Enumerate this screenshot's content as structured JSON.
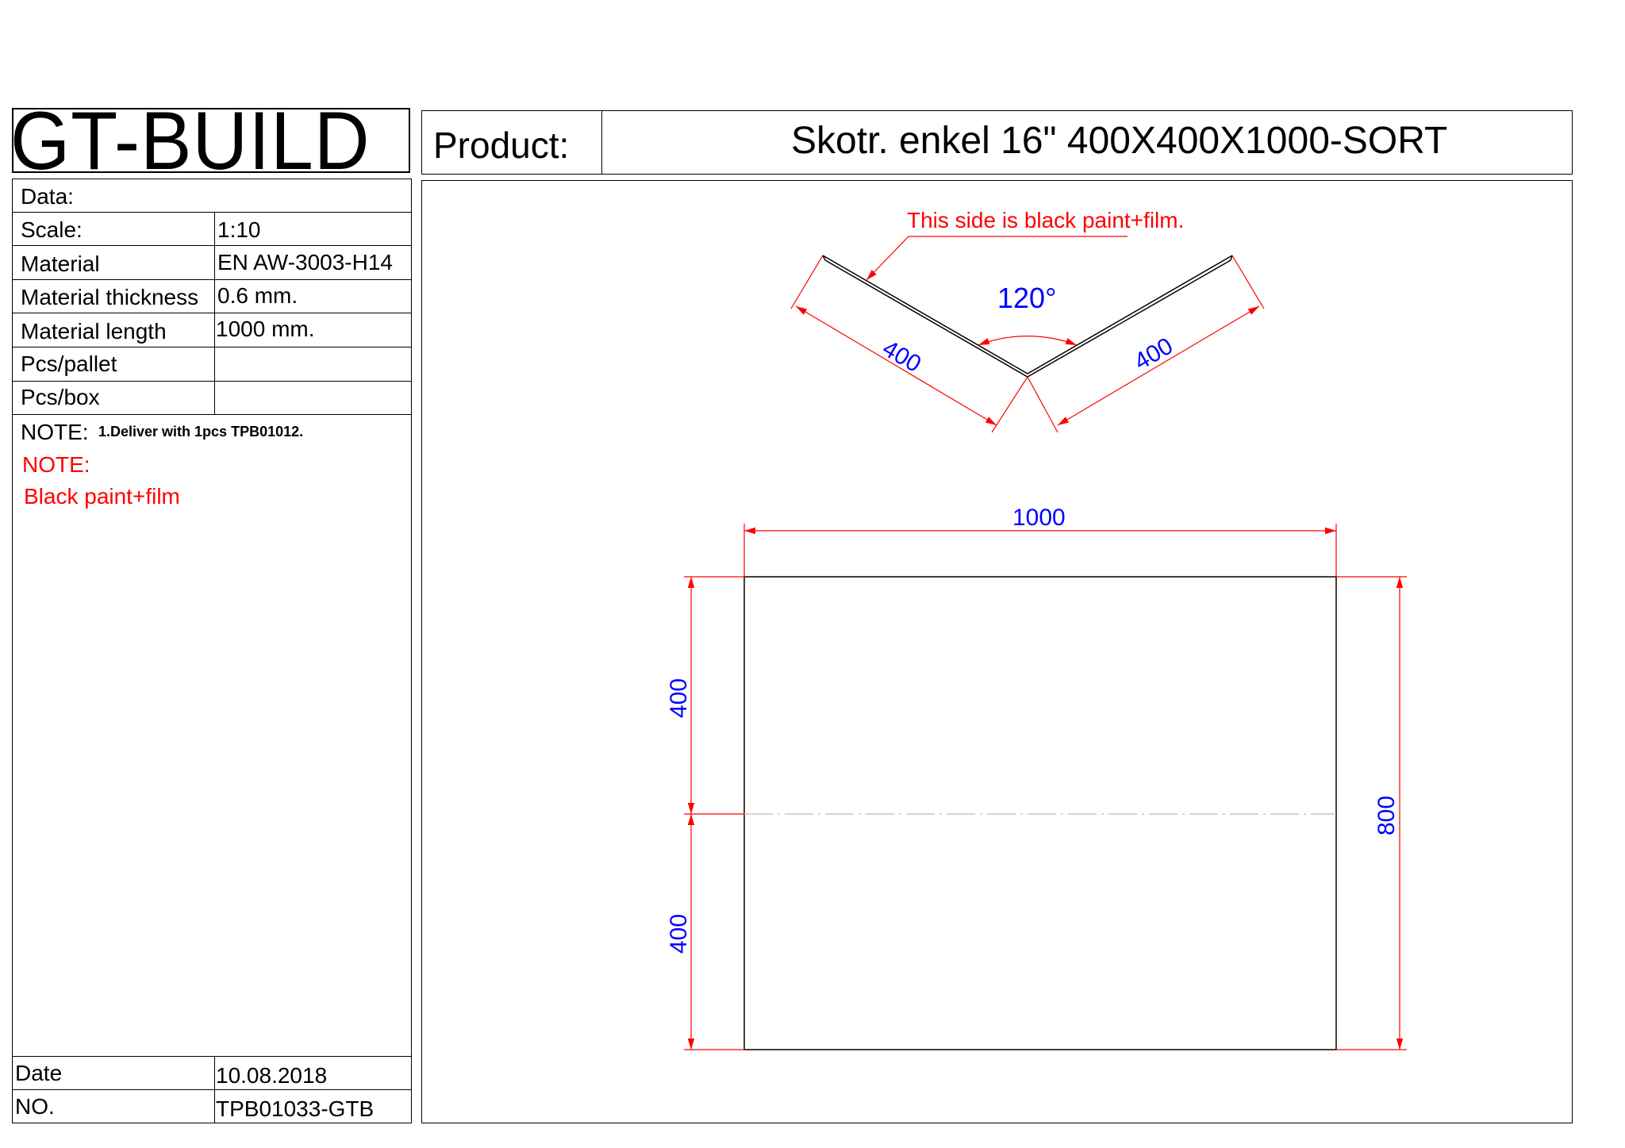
{
  "logo": {
    "text": "GT-BUILD"
  },
  "header": {
    "product_label": "Product:",
    "product_name": "Skotr. enkel 16\" 400X400X1000-SORT"
  },
  "info": {
    "data_label": "Data:",
    "rows": [
      {
        "label": "Scale:",
        "value": "1:10"
      },
      {
        "label": "Material",
        "value": "EN AW-3003-H14"
      },
      {
        "label": "Material thickness",
        "value": "0.6 mm."
      },
      {
        "label": "Material length",
        "value": "1000 mm."
      },
      {
        "label": "Pcs/pallet",
        "value": ""
      },
      {
        "label": "Pcs/box",
        "value": ""
      }
    ],
    "note_label": "NOTE:",
    "note_text": "1.Deliver with 1pcs TPB01012.",
    "note2_label": "NOTE:",
    "note2_text": "Black paint+film",
    "date_label": "Date",
    "date_value": "10.08.2018",
    "no_label": "NO.",
    "no_value": "TPB01033-GTB"
  },
  "drawing": {
    "callout": "This side is black paint+film.",
    "angle": "120°",
    "leg_left": "400",
    "leg_right": "400",
    "width": "1000",
    "height_top": "400",
    "height_bottom": "400",
    "height_total": "800"
  },
  "colors": {
    "dimension_line": "#ff0000",
    "dimension_text": "#0000ff",
    "callout_text": "#ff0000",
    "outline": "#000000"
  }
}
